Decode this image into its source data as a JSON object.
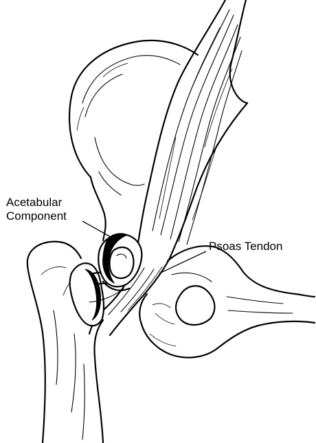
{
  "labels": {
    "acetabular_line1": "Acetabular",
    "acetabular_line2": "Component",
    "psoas": "Psoas Tendon"
  },
  "colors": {
    "ink": "#000000",
    "paper": "#ffffff"
  }
}
